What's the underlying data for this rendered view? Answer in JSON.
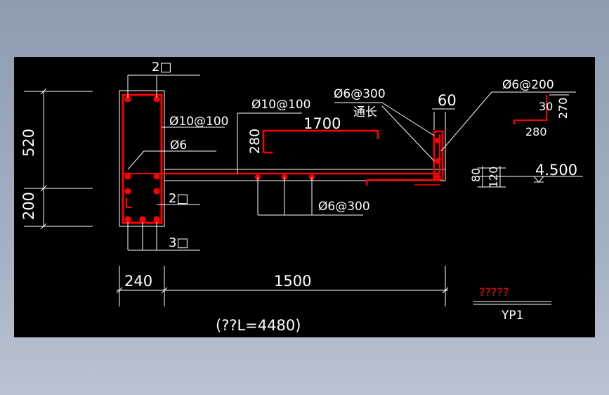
{
  "drawing": {
    "title_underlined": "?????",
    "drawing_code": "YP1",
    "span_note": "(??L=4480)",
    "colors": {
      "background": "#000000",
      "dimension": "#ffffff",
      "rebar": "#ff0000"
    }
  },
  "dimensions": {
    "height_upper": "520",
    "height_lower": "200",
    "width_beam": "240",
    "width_slab": "1500",
    "slab_depth_a": "80",
    "slab_depth_b": "120",
    "edge_width": "60",
    "level": "4.500"
  },
  "annotations": {
    "top_bars": "2□",
    "beam_stirrup": "Ø10@100",
    "beam_tie": "Ø6",
    "mid_bars": "2□",
    "bottom_bars": "3□",
    "slab_bar": "Ø10@100",
    "slab_bar_length": "1700",
    "slab_bar_hook": "280",
    "edge_bar": "Ø6@300",
    "edge_bar_note": "通长",
    "dist_bar": "Ø6@300",
    "detail_bar": "Ø6@200",
    "detail_dim_a": "30",
    "detail_dim_b": "270",
    "detail_dim_c": "280"
  }
}
